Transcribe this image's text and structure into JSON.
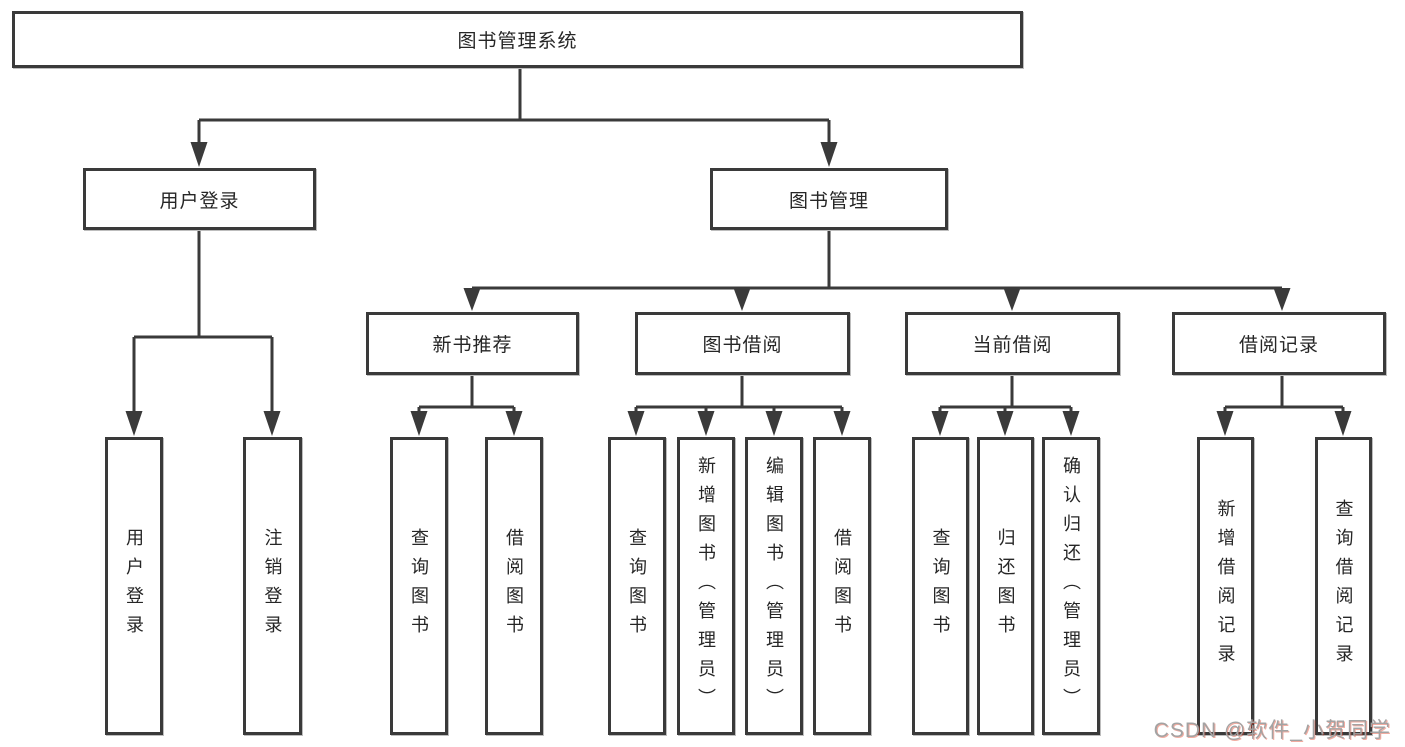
{
  "page": {
    "watermark": "CSDN @软件_小贺同学"
  },
  "colors": {
    "line": "#3a3a3a",
    "text": "#262626",
    "box_background": "#ffffff",
    "watermark": "#a3a3a3"
  },
  "tree": {
    "label": "图书管理系统",
    "children": [
      {
        "label": "用户登录",
        "children": [
          {
            "label": "用户登录"
          },
          {
            "label": "注销登录"
          }
        ]
      },
      {
        "label": "图书管理",
        "children": [
          {
            "label": "新书推荐",
            "children": [
              {
                "label": "查询图书"
              },
              {
                "label": "借阅图书"
              }
            ]
          },
          {
            "label": "图书借阅",
            "children": [
              {
                "label": "查询图书"
              },
              {
                "label": "新增图书（管理员）"
              },
              {
                "label": "编辑图书（管理员）"
              },
              {
                "label": "借阅图书"
              }
            ]
          },
          {
            "label": "当前借阅",
            "children": [
              {
                "label": "查询图书"
              },
              {
                "label": "归还图书"
              },
              {
                "label": "确认归还（管理员）"
              }
            ]
          },
          {
            "label": "借阅记录",
            "children": [
              {
                "label": "新增借阅记录"
              },
              {
                "label": "查询借阅记录"
              }
            ]
          }
        ]
      }
    ]
  }
}
